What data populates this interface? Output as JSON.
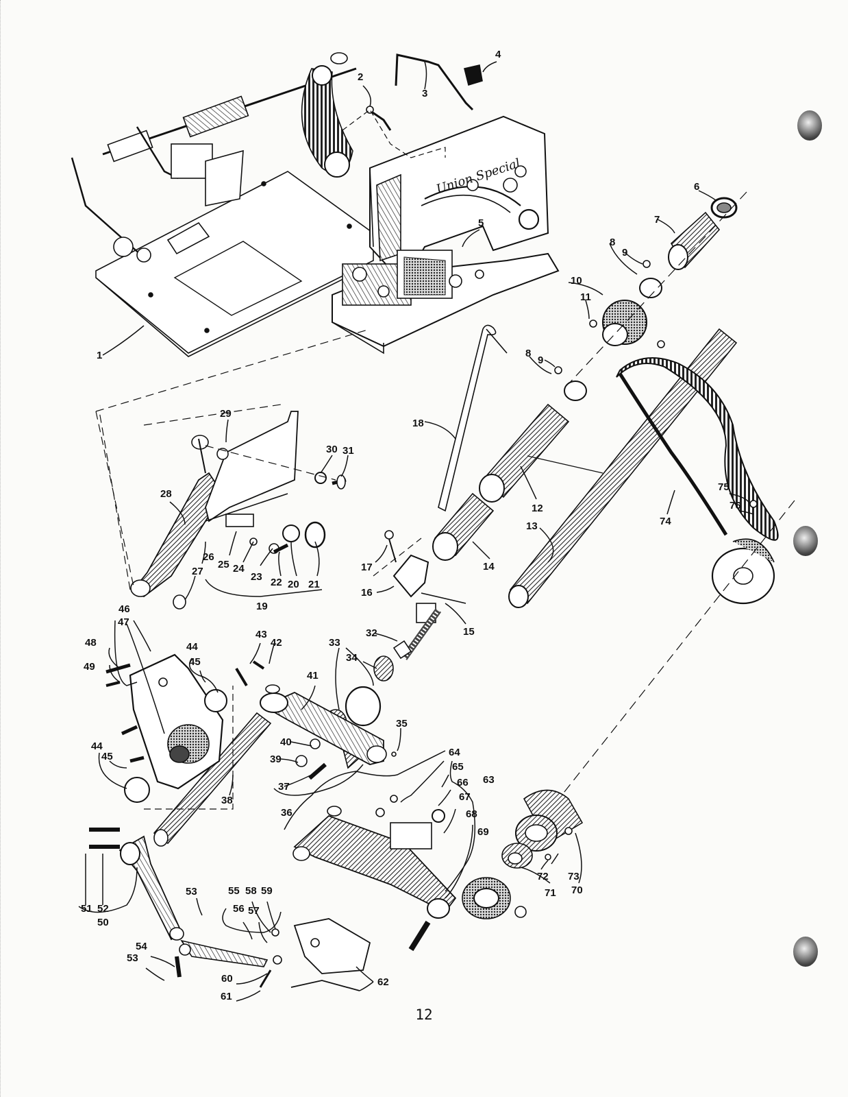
{
  "page": {
    "number": "12"
  },
  "callouts": [
    "1",
    "2",
    "3",
    "4",
    "5",
    "6",
    "7",
    "8",
    "9",
    "10",
    "11",
    "12",
    "13",
    "14",
    "15",
    "16",
    "17",
    "18",
    "19",
    "20",
    "21",
    "22",
    "23",
    "24",
    "25",
    "26",
    "27",
    "28",
    "29",
    "30",
    "31",
    "32",
    "33",
    "34",
    "35",
    "36",
    "37",
    "38",
    "39",
    "40",
    "41",
    "42",
    "43",
    "44",
    "45",
    "46",
    "47",
    "48",
    "49",
    "50",
    "51",
    "52",
    "53",
    "54",
    "55",
    "56",
    "57",
    "58",
    "59",
    "60",
    "61",
    "62",
    "63",
    "64",
    "65",
    "66",
    "67",
    "68",
    "69",
    "70",
    "71",
    "72",
    "73",
    "74",
    "75",
    "76"
  ],
  "extra_callouts": {
    "dup_8": "8",
    "dup_9": "9",
    "dup_44": "44",
    "dup_45": "45",
    "dup_53": "53"
  },
  "brand": "Union Special",
  "colors": {
    "ink": "#111111",
    "paper": "#fbfbf9",
    "hatch": "#3a3a3a"
  }
}
